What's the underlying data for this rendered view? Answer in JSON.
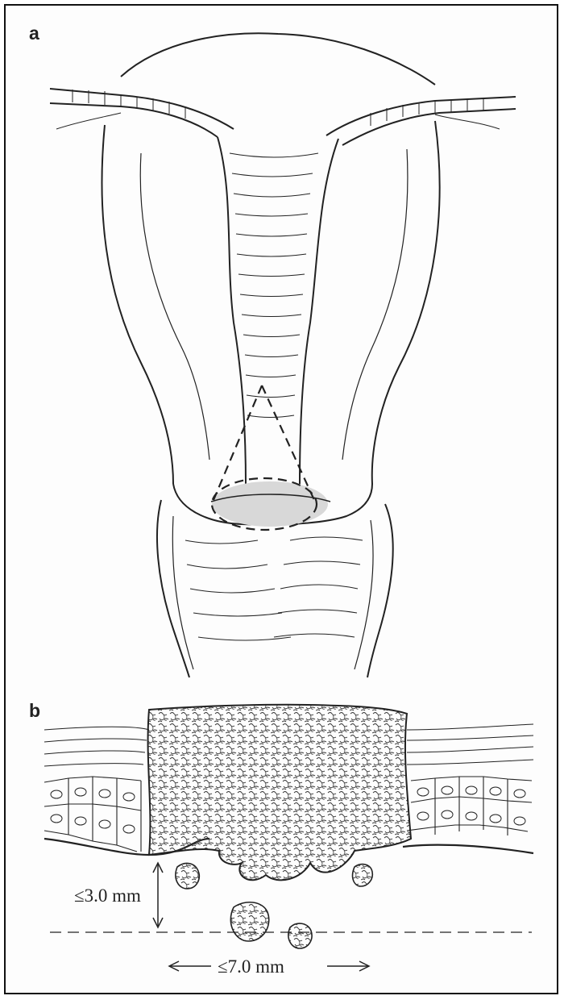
{
  "panels": {
    "a": {
      "label": "a"
    },
    "b": {
      "label": "b"
    }
  },
  "annotations": {
    "depth": "≤3.0 mm",
    "width": "≤7.0 mm"
  }
}
